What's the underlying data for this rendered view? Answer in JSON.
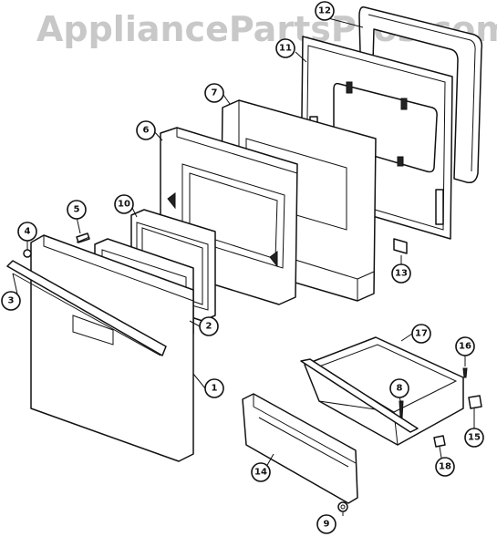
{
  "watermark": "AppliancePartsPros.com",
  "callouts": [
    {
      "number": "1"
    },
    {
      "number": "2"
    },
    {
      "number": "3"
    },
    {
      "number": "4"
    },
    {
      "number": "5"
    },
    {
      "number": "6"
    },
    {
      "number": "7"
    },
    {
      "number": "8"
    },
    {
      "number": "9"
    },
    {
      "number": "10"
    },
    {
      "number": "11"
    },
    {
      "number": "12"
    },
    {
      "number": "13"
    },
    {
      "number": "14"
    },
    {
      "number": "15"
    },
    {
      "number": "16"
    },
    {
      "number": "17"
    },
    {
      "number": "18"
    }
  ]
}
